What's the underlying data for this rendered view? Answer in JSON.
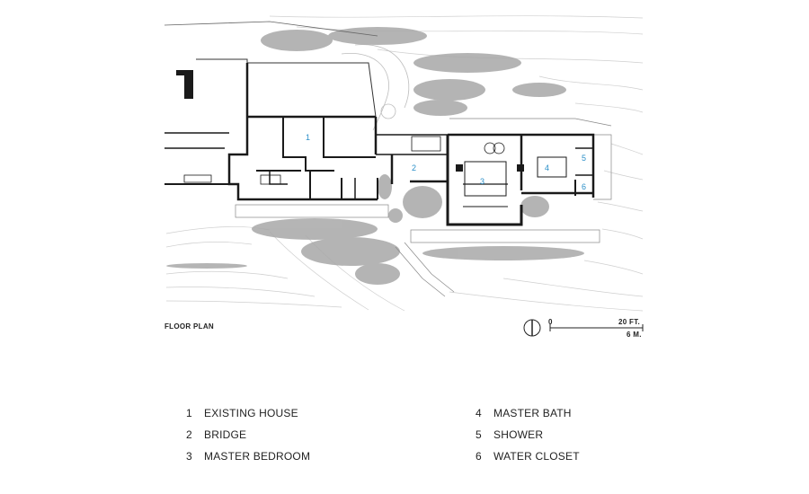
{
  "title": "FLOOR PLAN",
  "room_numbers": [
    "1",
    "2",
    "3",
    "4",
    "5",
    "6"
  ],
  "scale": {
    "zero": "0",
    "feet": "20 FT.",
    "meters": "6 M."
  },
  "legend": [
    {
      "number": "1",
      "label": "EXISTING HOUSE"
    },
    {
      "number": "2",
      "label": "BRIDGE"
    },
    {
      "number": "3",
      "label": "MASTER BEDROOM"
    },
    {
      "number": "4",
      "label": "MASTER BATH"
    },
    {
      "number": "5",
      "label": "SHOWER"
    },
    {
      "number": "6",
      "label": "WATER CLOSET"
    }
  ],
  "colors": {
    "walls": "#1a1a1a",
    "room_numbers": "#2b8fc8",
    "vegetation": "#9a9a9a",
    "contours": "#c8c8c8"
  },
  "icons": [
    "north-arrow-icon"
  ]
}
